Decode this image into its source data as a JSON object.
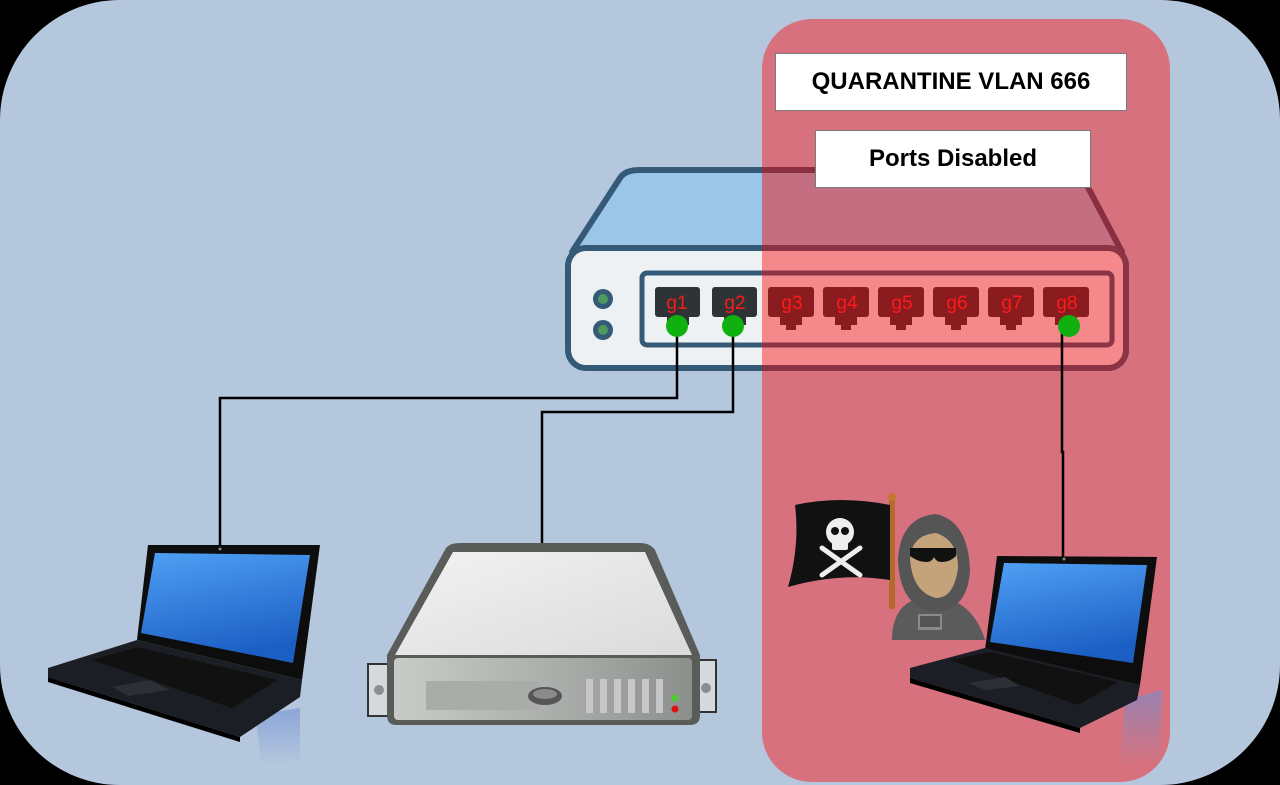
{
  "diagram": {
    "title": "Quarantine VLAN network diagram",
    "background_color": "#b5c7dd",
    "quarantine_zone": {
      "label": "QUARANTINE VLAN 666",
      "status_label": "Ports Disabled",
      "color": "#d6717d"
    },
    "switch": {
      "name": "network-switch",
      "ports": [
        {
          "id": "g1",
          "label": "g1",
          "state": "active",
          "link": true
        },
        {
          "id": "g2",
          "label": "g2",
          "state": "active",
          "link": true
        },
        {
          "id": "g3",
          "label": "g3",
          "state": "disabled",
          "link": false
        },
        {
          "id": "g4",
          "label": "g4",
          "state": "disabled",
          "link": false
        },
        {
          "id": "g5",
          "label": "g5",
          "state": "disabled",
          "link": false
        },
        {
          "id": "g6",
          "label": "g6",
          "state": "disabled",
          "link": false
        },
        {
          "id": "g7",
          "label": "g7",
          "state": "disabled",
          "link": false
        },
        {
          "id": "g8",
          "label": "g8",
          "state": "quarantined",
          "link": true
        }
      ],
      "link_led_color": "#0fb00f",
      "port_label_color": "#ff1a1a"
    },
    "nodes": [
      {
        "id": "laptop-1",
        "type": "laptop",
        "connected_port": "g1"
      },
      {
        "id": "server-1",
        "type": "server",
        "connected_port": "g2"
      },
      {
        "id": "attacker-laptop",
        "type": "laptop",
        "connected_port": "g8",
        "zone": "quarantine"
      },
      {
        "id": "hacker-figure",
        "type": "hacker-icon"
      },
      {
        "id": "pirate-flag",
        "type": "pirate-flag-icon"
      }
    ]
  }
}
